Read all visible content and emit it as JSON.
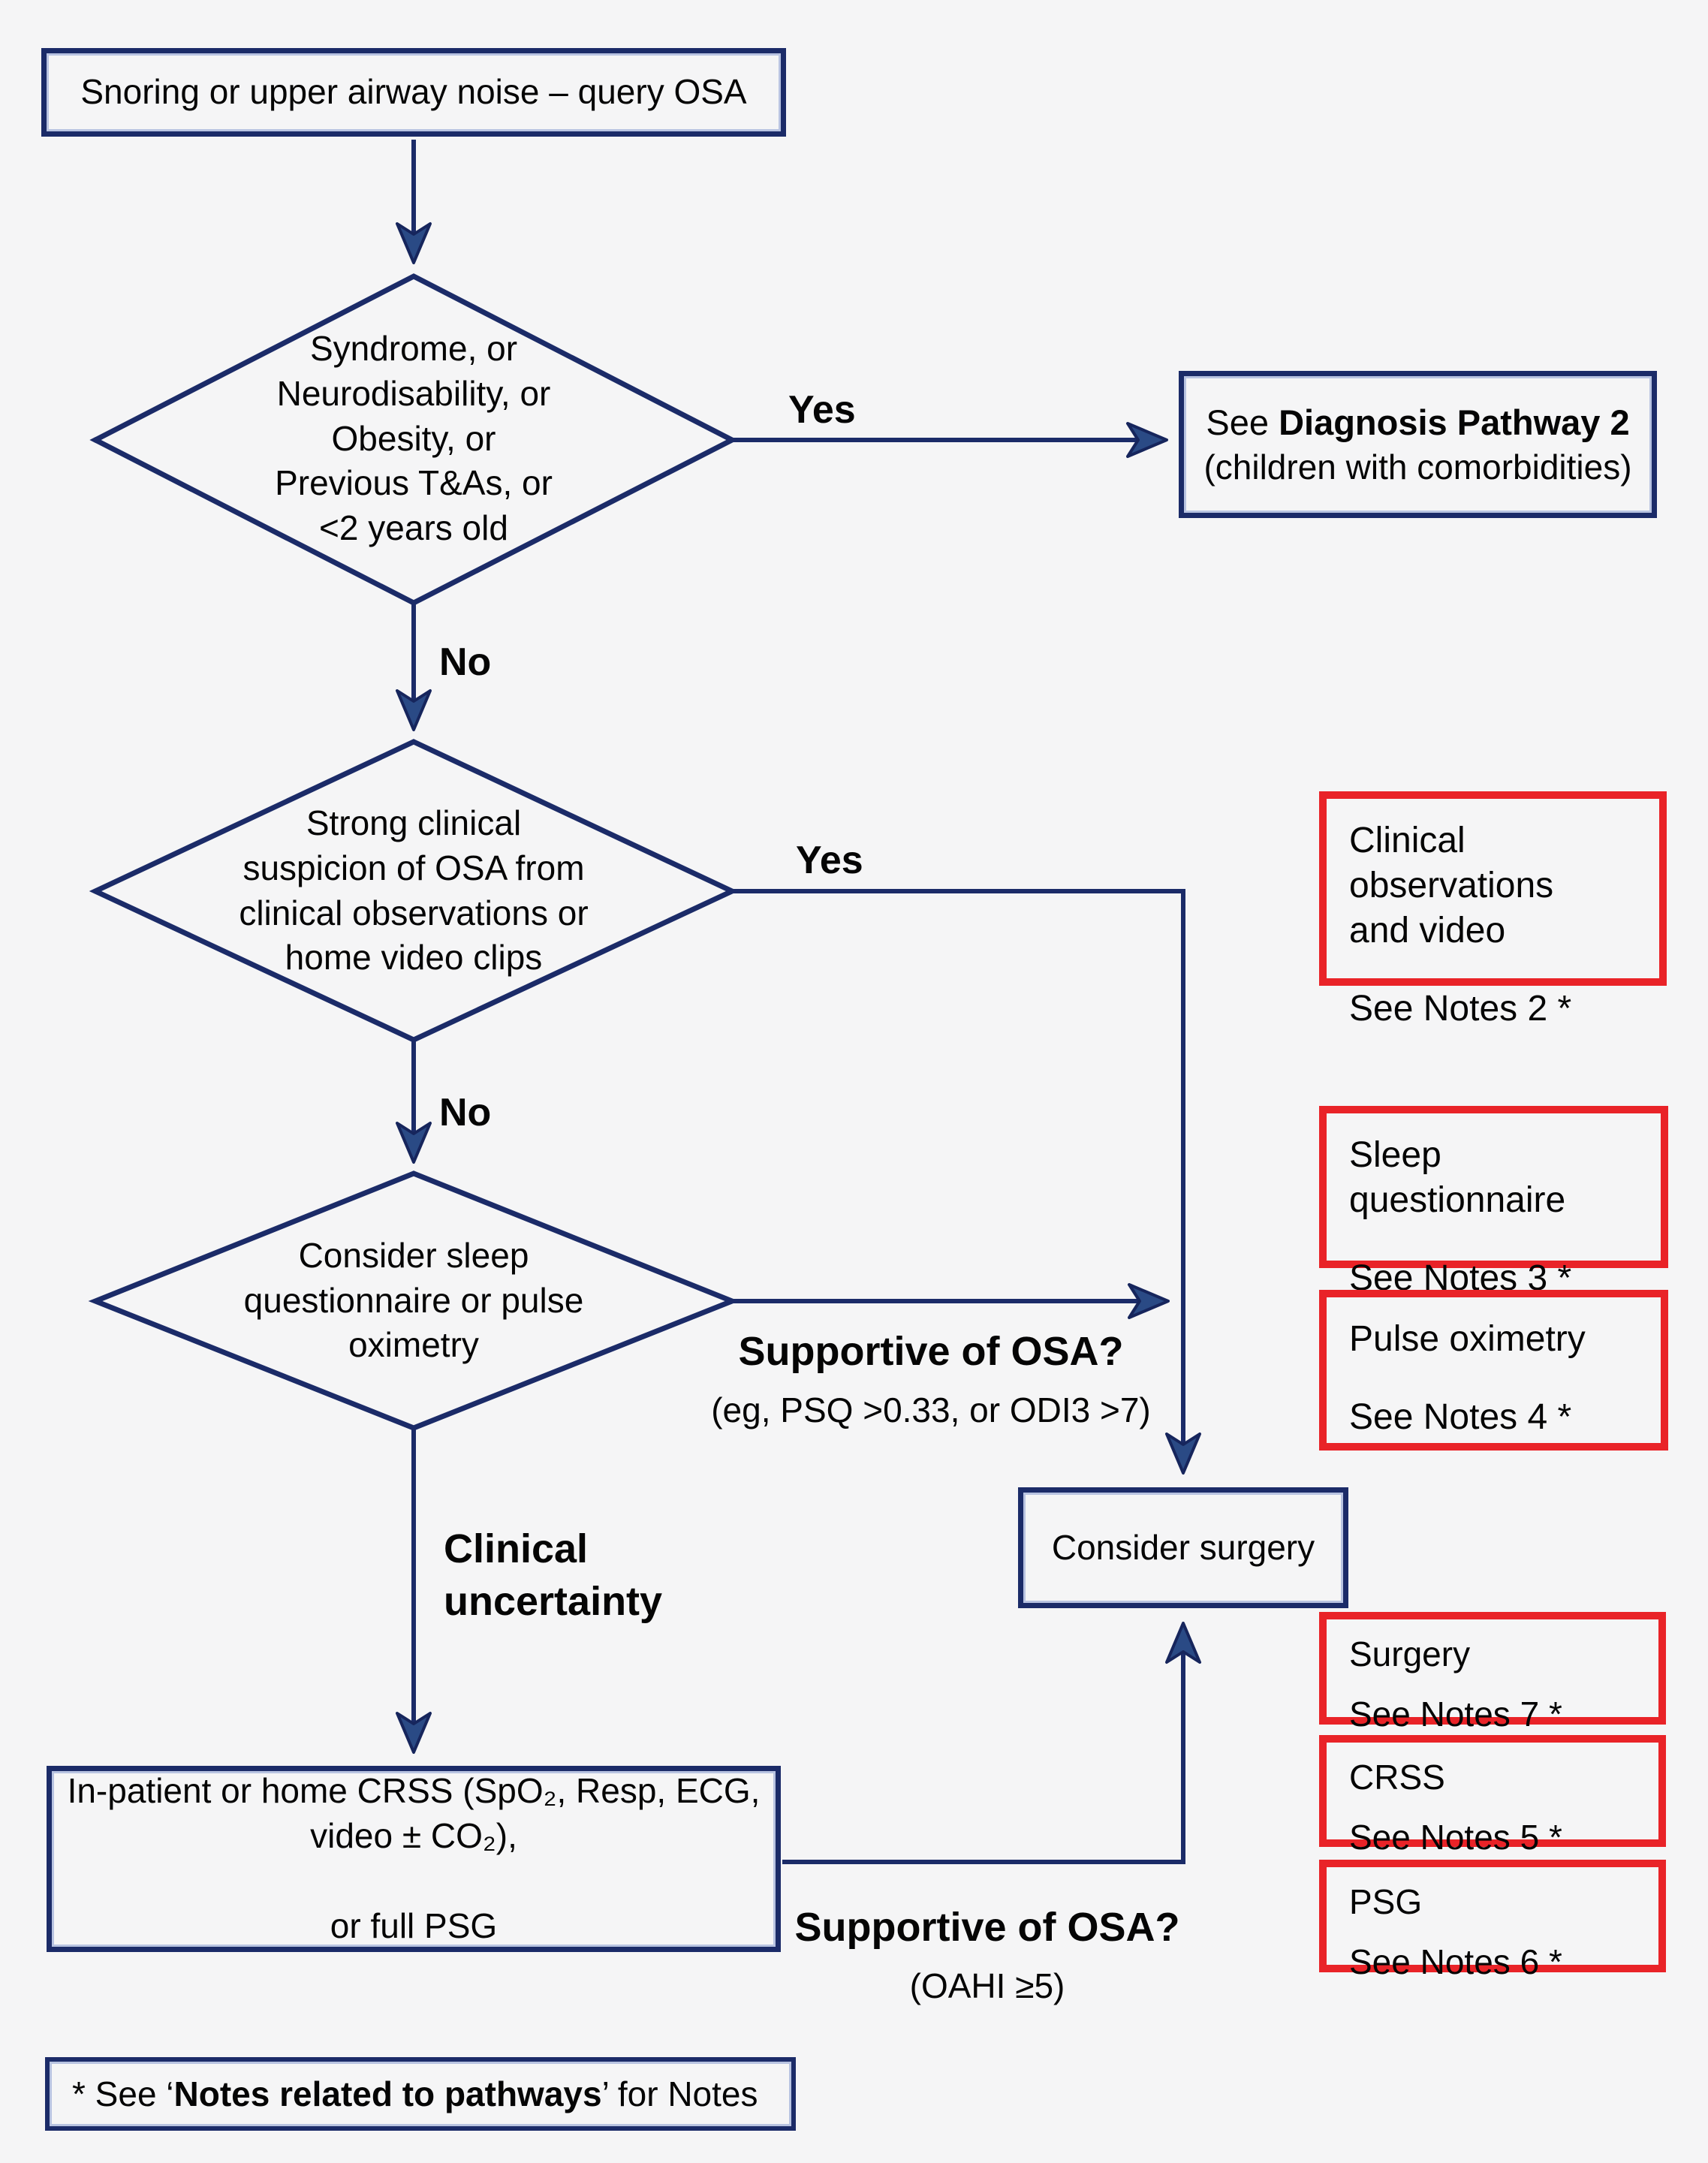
{
  "flowchart": {
    "start": {
      "text": "Snoring or upper airway noise – query OSA"
    },
    "decision1": {
      "text": "Syndrome, or\nNeurodisability, or\nObesity, or\nPrevious T&As, or\n<2 years old",
      "yes_label": "Yes",
      "no_label": "No"
    },
    "pathway2": {
      "prefix": "See ",
      "bold": "Diagnosis Pathway 2",
      "subtitle": "(children with comorbidities)"
    },
    "decision2": {
      "text": "Strong clinical\nsuspicion of OSA from\nclinical observations or\nhome video clips",
      "yes_label": "Yes",
      "no_label": "No"
    },
    "decision3": {
      "text": "Consider sleep\nquestionnaire or pulse\noximetry",
      "supportive_label": "Supportive of OSA?",
      "supportive_caption": "(eg, PSQ >0.33, or ODI3 >7)",
      "uncertainty_label": "Clinical\nuncertainty"
    },
    "crss_box": {
      "text": "In-patient or home CRSS (SpO₂, Resp, ECG,\nvideo ± CO₂),\n\nor full PSG",
      "supportive_label": "Supportive of OSA?",
      "supportive_caption": "(OAHI ≥5)"
    },
    "consider_surgery": {
      "text": "Consider surgery"
    },
    "notes": [
      {
        "title": "Clinical observations\nand video",
        "note": "See Notes 2 *"
      },
      {
        "title": "Sleep questionnaire",
        "note": "See Notes 3 *"
      },
      {
        "title": "Pulse oximetry",
        "note": "See Notes 4 *"
      },
      {
        "title": "Surgery",
        "note": "See Notes 7 *"
      },
      {
        "title": "CRSS",
        "note": "See Notes 5 *"
      },
      {
        "title": "PSG",
        "note": "See Notes 6 *"
      }
    ],
    "footnote": {
      "prefix": "* See ‘",
      "bold": "Notes related to pathways",
      "suffix": "’ for Notes"
    },
    "colors": {
      "line_navy": "#1b2b68",
      "note_red": "#e92328",
      "background": "#f5f5f6"
    }
  }
}
